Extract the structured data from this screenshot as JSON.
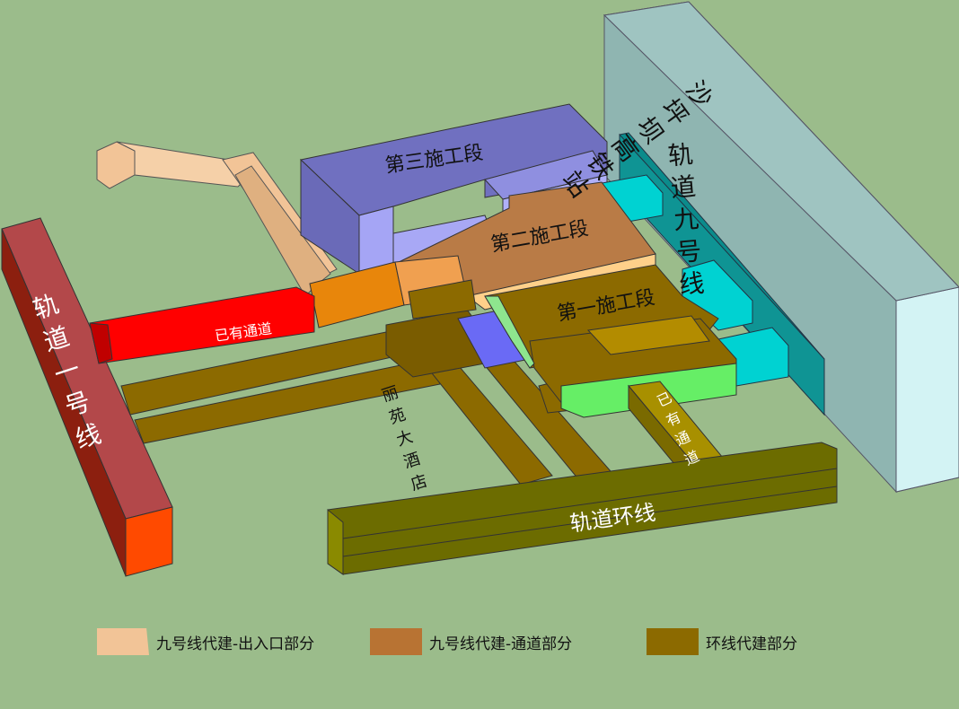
{
  "labels": {
    "line1": "轨道一号线",
    "existing_passage_left": "已有通道",
    "stage3": "第三施工段",
    "stage2": "第二施工段",
    "stage1": "第一施工段",
    "line9": "轨道九号线",
    "station": "沙坪坝高铁站",
    "hotel": "丽苑大酒店",
    "existing_passage_right": "已有通道",
    "ring_line": "轨道环线"
  },
  "legend": [
    {
      "label": "九号线代建-出入口部分",
      "color": "#f2c497"
    },
    {
      "label": "九号线代建-通道部分",
      "color": "#b87333"
    },
    {
      "label": "环线代建部分",
      "color": "#8c6a00"
    }
  ]
}
